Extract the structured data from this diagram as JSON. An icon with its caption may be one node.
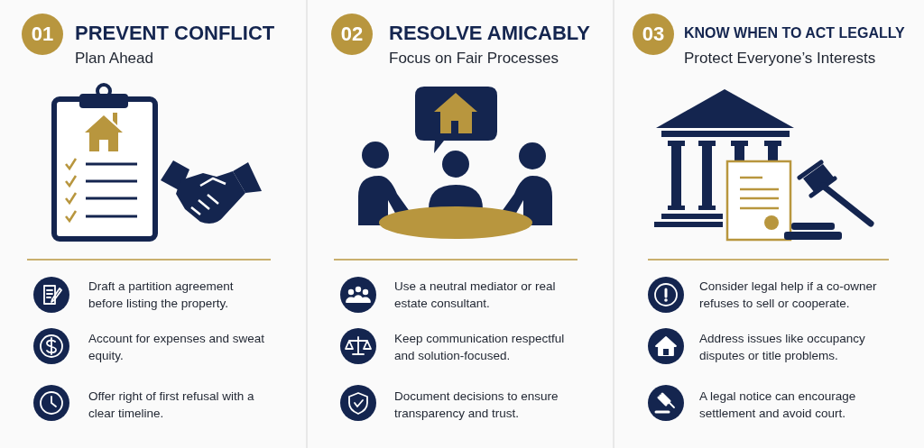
{
  "diagram": {
    "nodes": [
      {
        "text": [
          "01"
        ],
        "beside": [
          "PREVENT CONFLICT",
          "Plan Ahead"
        ]
      },
      {
        "text": [
          "02"
        ],
        "beside": [
          "RESOLVE AMICABLY",
          "Focus on Fair Processes"
        ]
      },
      {
        "text": [
          "03"
        ],
        "beside": [
          "KNOW WHEN TO ACT LEGALLY",
          "Protect Everyone’s Interests"
        ]
      }
    ],
    "labels": [
      "Draft a partition agreement before listing the property.",
      "Account for expenses and sweat equity.",
      "Offer right of first refusal with a clear timeline.",
      "Use a neutral mediator or real estate consultant.",
      "Keep communication respectful and solution-focused.",
      "Document decisions to ensure transparency and trust.",
      "Consider legal help if a co-owner refuses to sell or cooperate.",
      "Address issues like occupancy disputes or title problems.",
      "A legal notice can encourage settlement and avoid court."
    ]
  }
}
